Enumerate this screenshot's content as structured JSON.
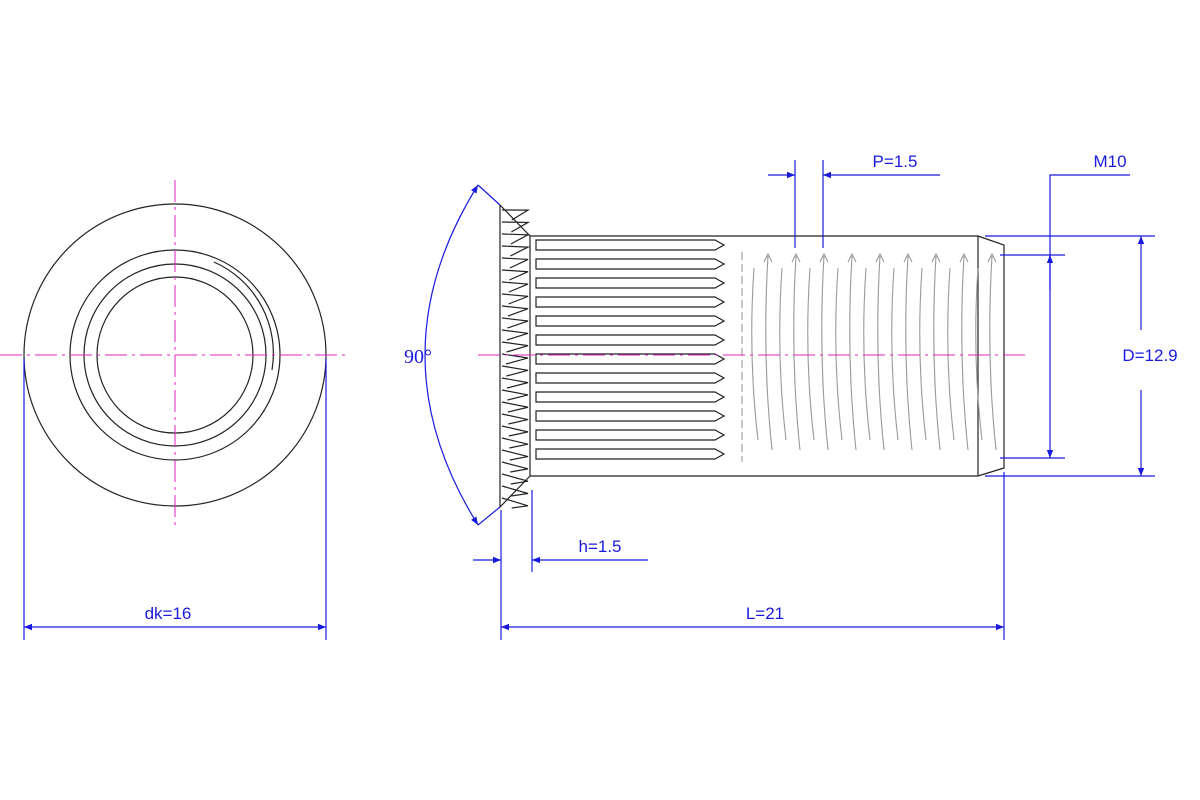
{
  "drawing": {
    "front_view": {
      "dk_label": "dk=16"
    },
    "side_view": {
      "angle_label": "90°",
      "pitch_label": "P=1.5",
      "thread_label": "M10",
      "diameter_label": "D=12.9",
      "head_height_label": "h=1.5",
      "length_label": "L=21"
    },
    "colors": {
      "dimension": "#1a1adf",
      "centerline": "#e020c0",
      "outline": "#222222"
    }
  }
}
